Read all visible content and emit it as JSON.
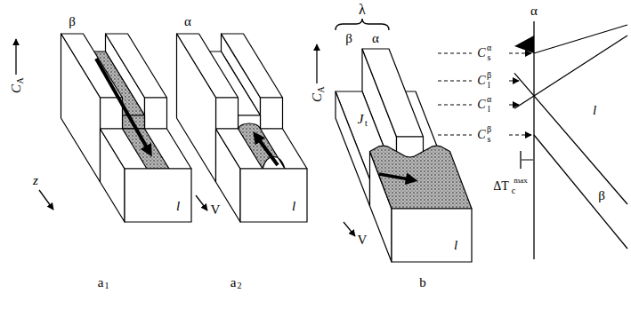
{
  "diagram": {
    "labels": [
      "C",
      "A",
      "β",
      "z",
      "l",
      "α",
      "l",
      "V",
      "C",
      "A",
      "λ",
      "β",
      "α",
      "J",
      "t",
      "l",
      "V",
      "C",
      "s",
      "α",
      "C",
      "l",
      "β",
      "C",
      "l",
      "α",
      "C",
      "s",
      "β",
      "α",
      "l",
      "β",
      "ΔT",
      "c",
      "max",
      "a",
      "1",
      "a",
      "2",
      "b"
    ]
  }
}
